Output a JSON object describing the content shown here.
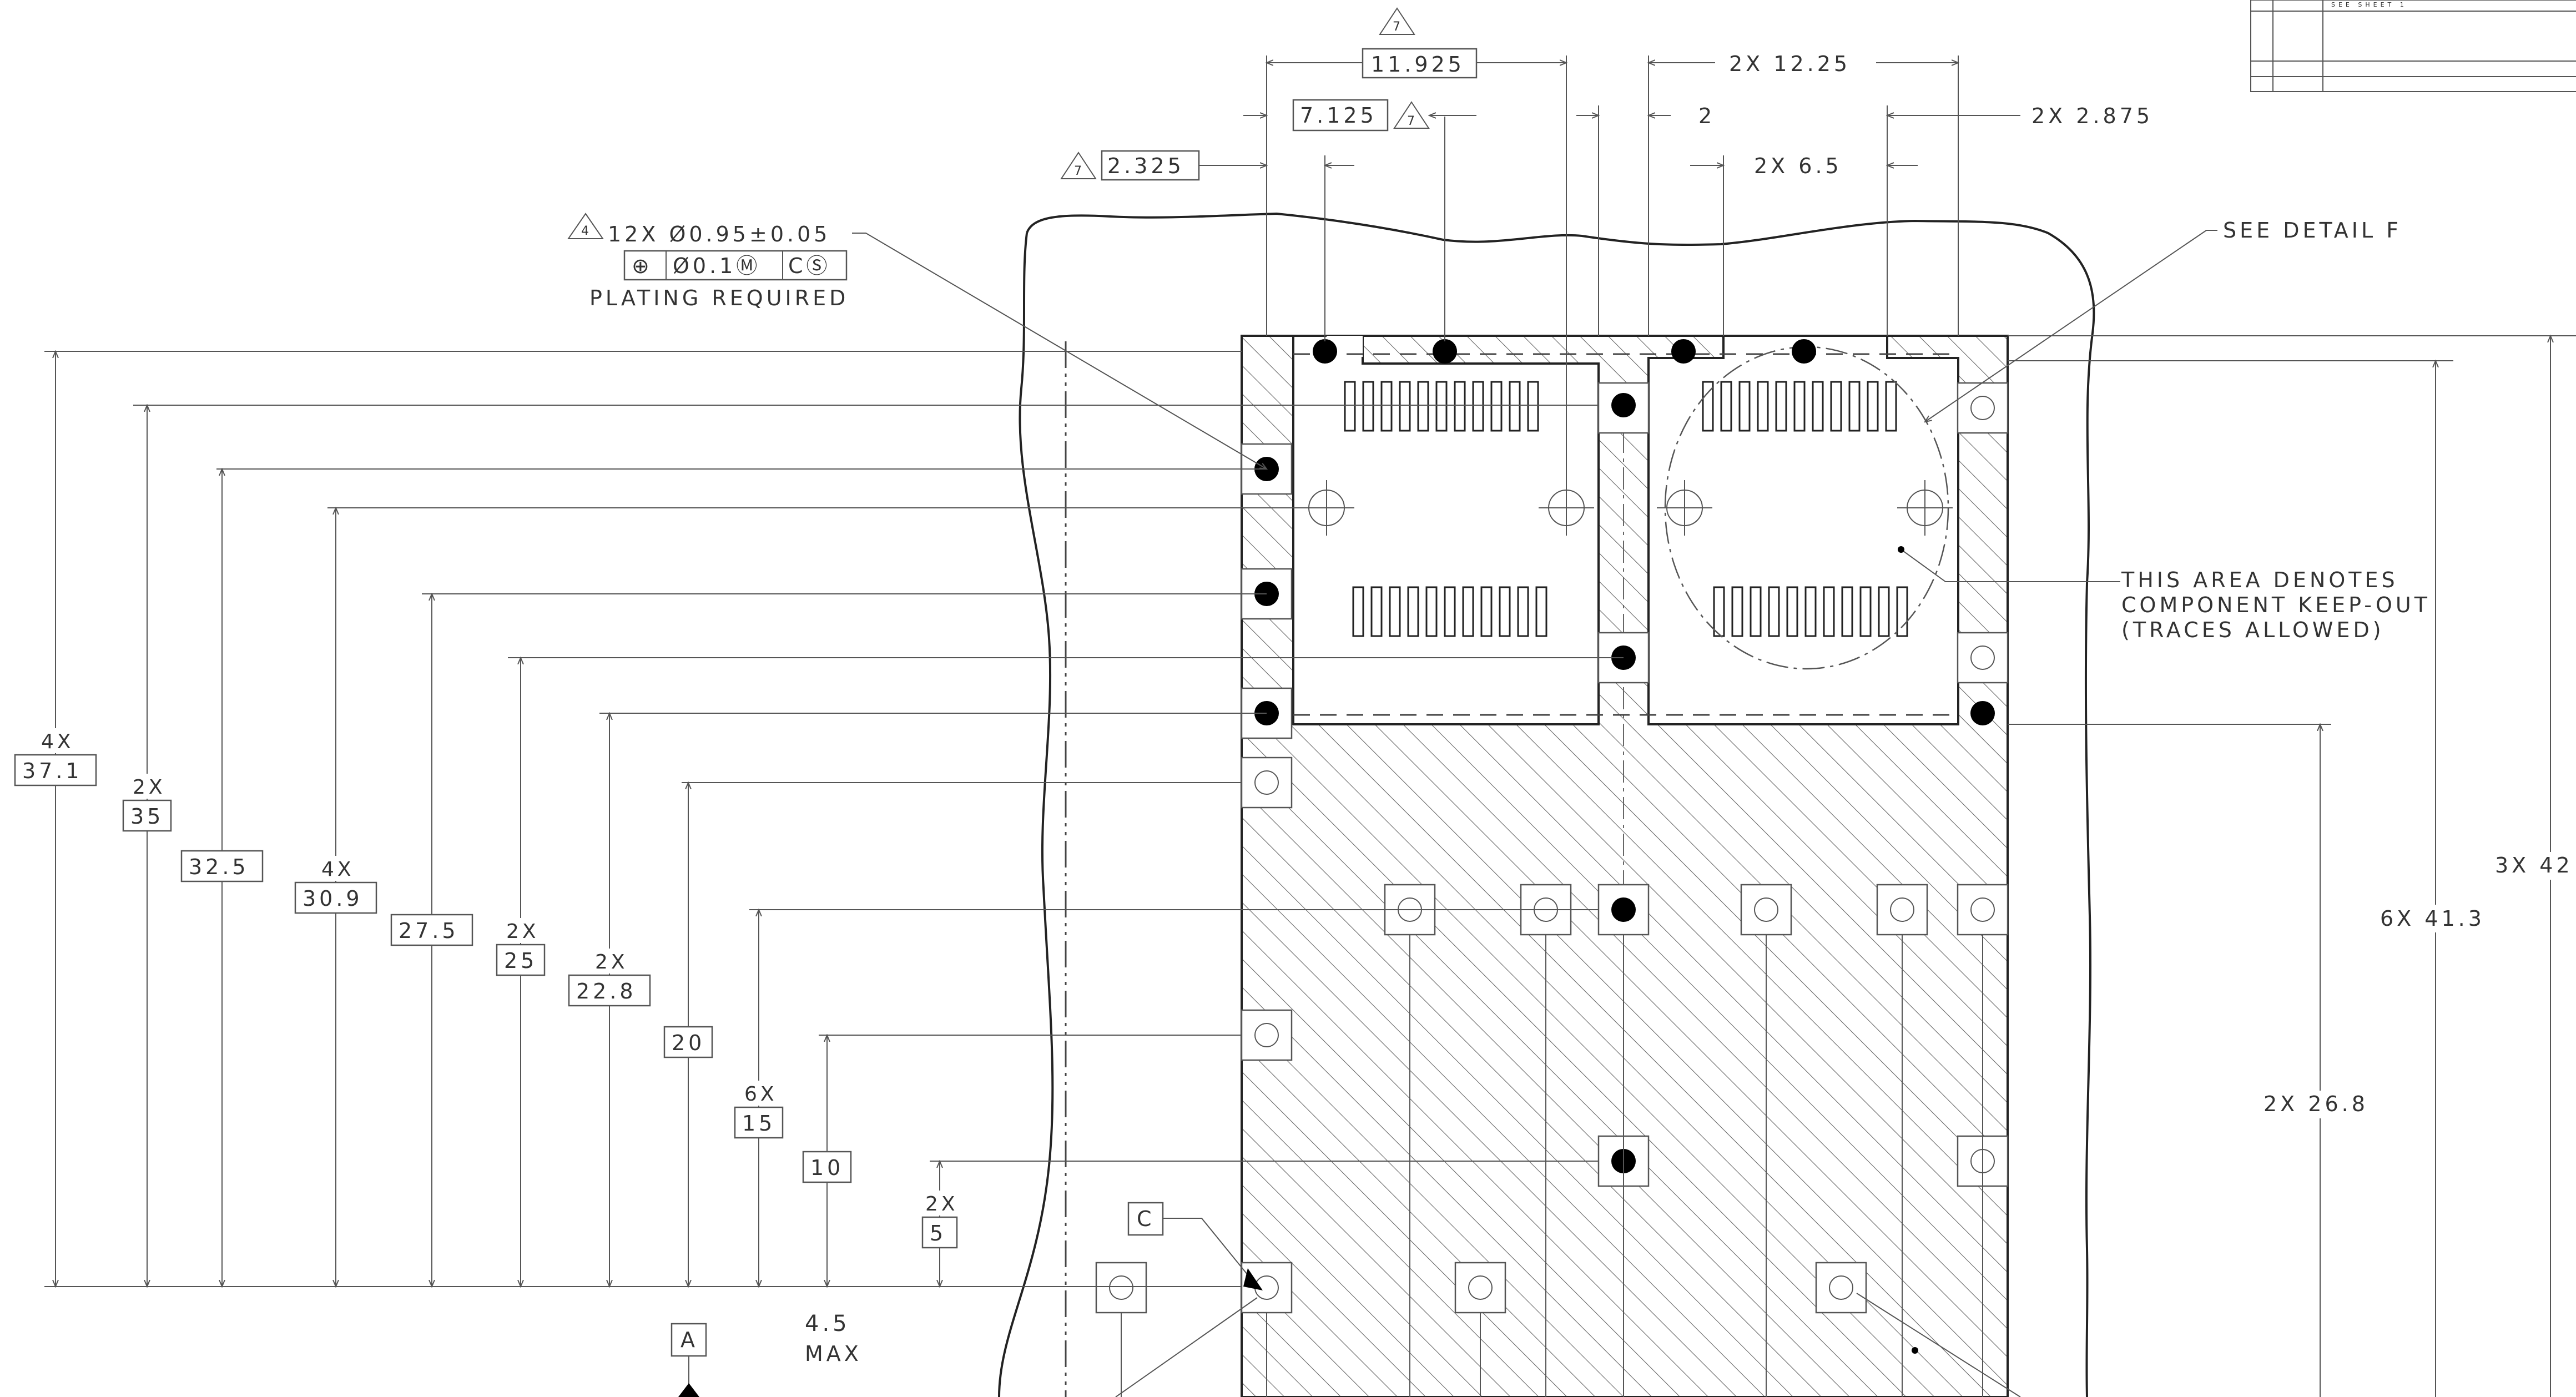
{
  "top_dims": {
    "d_11925": "11.925",
    "d_7125": "7.125",
    "d_2325": "2.325",
    "d_2x1225": "2X 12.25",
    "d_2": "2",
    "d_2x65": "2X 6.5",
    "d_2x2875": "2X 2.875",
    "rev_flag": "7"
  },
  "callouts": {
    "hole_flag": "4",
    "hole_spec": "12X Ø0.95±0.05",
    "tol_symbol": "⊕",
    "tol_value": "Ø0.1Ⓜ",
    "tol_datum": "CⓈ",
    "plating": "PLATING REQUIRED",
    "see_detail": "SEE DETAIL F",
    "keepout_1": "THIS AREA DENOTES",
    "keepout_2": "COMPONENT KEEP-OUT",
    "keepout_3": "(TRACES ALLOWED)"
  },
  "left_dims": [
    {
      "mult": "4X",
      "value": "37.1"
    },
    {
      "mult": "2X",
      "value": "35"
    },
    {
      "mult": "",
      "value": "32.5"
    },
    {
      "mult": "4X",
      "value": "30.9"
    },
    {
      "mult": "",
      "value": "27.5"
    },
    {
      "mult": "2X",
      "value": "25"
    },
    {
      "mult": "2X",
      "value": "22.8"
    },
    {
      "mult": "",
      "value": "20"
    },
    {
      "mult": "6X",
      "value": "15"
    },
    {
      "mult": "",
      "value": "10"
    },
    {
      "mult": "2X",
      "value": "5"
    }
  ],
  "datum_a": "A",
  "datum_c": "C",
  "max_value": "4.5",
  "max_label": "MAX",
  "right_dims": {
    "d_3x42": "3X 42",
    "d_6x413": "6X 41.3",
    "d_2x268": "2X 26.8"
  },
  "title_block_note": "SEE SHEET 1"
}
